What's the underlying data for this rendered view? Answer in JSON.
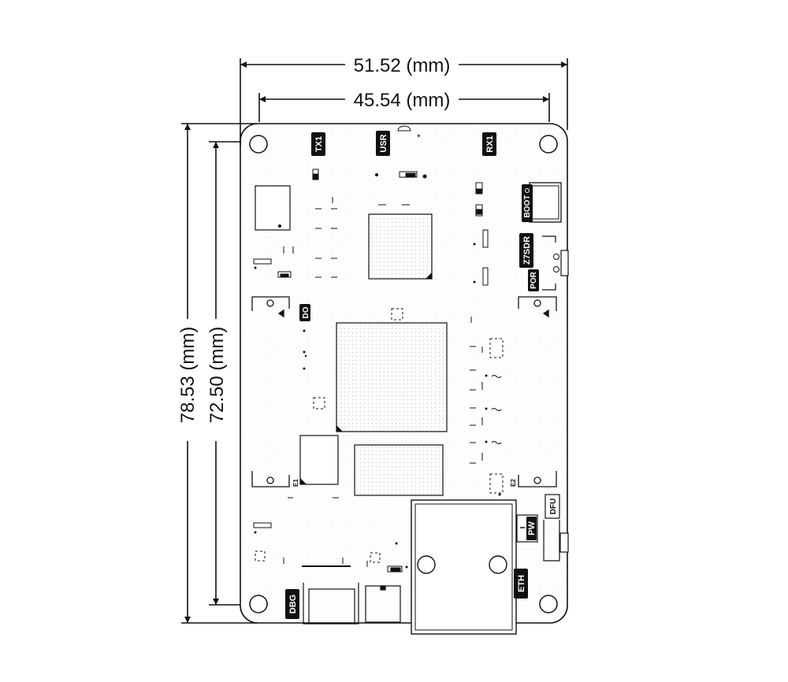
{
  "dimensions": {
    "outer_width": "51.52 (mm)",
    "inner_width": "45.54 (mm)",
    "outer_height": "78.53 (mm)",
    "inner_height": "72.50 (mm)"
  },
  "labels": {
    "tx1": "TX1",
    "usr": "USR",
    "rx1": "RX1",
    "boot": "BOOT",
    "z7sdr": "Z7SDR",
    "por": "POR",
    "do": "DO",
    "e1": "E1",
    "e2": "E2",
    "pw": "PW",
    "dfu": "DFU",
    "eth": "ETH",
    "dbg": "DBG",
    "plus": "+"
  }
}
